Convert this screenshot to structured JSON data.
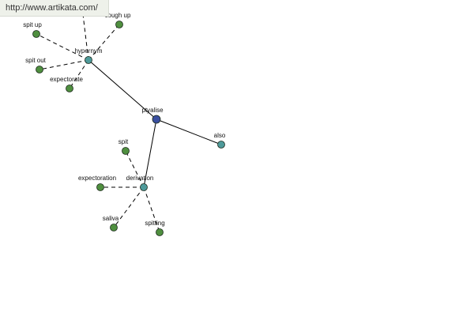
{
  "watermark": {
    "url": "http://www.artikata.com/"
  },
  "colors": {
    "center": "#3a4fa0",
    "relation": "#4e9a9a",
    "leaf": "#4f8f3f",
    "edge": "#000000"
  },
  "graph": {
    "nodes": [
      {
        "id": "hypernym",
        "label": "hypernym",
        "kind": "relation"
      },
      {
        "id": "cough-up",
        "label": "cough up",
        "kind": "leaf"
      },
      {
        "id": "spit-up",
        "label": "spit up",
        "kind": "leaf"
      },
      {
        "id": "spit-out",
        "label": "spit out",
        "kind": "leaf"
      },
      {
        "id": "expectorate",
        "label": "expectorate",
        "kind": "leaf"
      },
      {
        "id": "ptyalise",
        "label": "ptyalise",
        "kind": "center"
      },
      {
        "id": "also",
        "label": "also",
        "kind": "relation"
      },
      {
        "id": "spit",
        "label": "spit",
        "kind": "leaf"
      },
      {
        "id": "derivation",
        "label": "derivation",
        "kind": "relation"
      },
      {
        "id": "expectoration",
        "label": "expectoration",
        "kind": "leaf"
      },
      {
        "id": "saliva",
        "label": "saliva",
        "kind": "leaf"
      },
      {
        "id": "spitting",
        "label": "spitting",
        "kind": "leaf"
      }
    ],
    "edges": [
      {
        "from": "ptyalise",
        "to": "hypernym",
        "style": "solid"
      },
      {
        "from": "ptyalise",
        "to": "also",
        "style": "solid"
      },
      {
        "from": "ptyalise",
        "to": "derivation",
        "style": "solid"
      },
      {
        "from": "hypernym",
        "to": "cough-up",
        "style": "dashed"
      },
      {
        "from": "hypernym",
        "to": "spit-up",
        "style": "dashed"
      },
      {
        "from": "hypernym",
        "to": "spit-out",
        "style": "dashed"
      },
      {
        "from": "hypernym",
        "to": "expectorate",
        "style": "dashed"
      },
      {
        "from": "hypernym",
        "to": "hidden-top",
        "style": "dashed"
      },
      {
        "from": "derivation",
        "to": "spit",
        "style": "dashed"
      },
      {
        "from": "derivation",
        "to": "expectoration",
        "style": "dashed"
      },
      {
        "from": "derivation",
        "to": "saliva",
        "style": "dashed"
      },
      {
        "from": "derivation",
        "to": "spitting",
        "style": "dashed"
      }
    ]
  }
}
